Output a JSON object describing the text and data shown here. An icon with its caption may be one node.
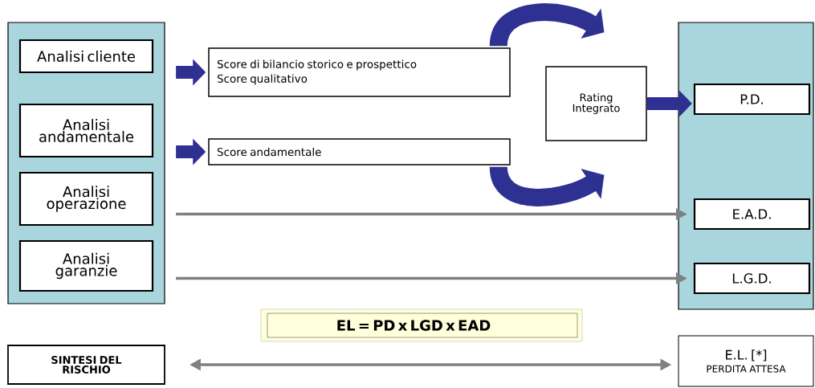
{
  "diagram": {
    "nodes": [
      {
        "text": [],
        "shape": "box"
      },
      {
        "text": [
          "Analisi cliente"
        ],
        "in": 0
      },
      {
        "text": [
          "Analisi andamentale"
        ],
        "in": 0
      },
      {
        "text": [
          "Analisi operazione"
        ],
        "in": 0
      },
      {
        "text": [
          "Analisi garanzie"
        ],
        "in": 0
      },
      {
        "text": [
          "Score di bilancio storico e prospettico",
          "Score qualitativo"
        ]
      },
      {
        "text": [
          "Score andamentale"
        ]
      },
      {
        "text": [
          "Rating Integrato"
        ]
      },
      {
        "text": [],
        "shape": "box"
      },
      {
        "text": [
          "P.D."
        ],
        "in": 8
      },
      {
        "text": [
          "E.A.D."
        ],
        "in": 8
      },
      {
        "text": [
          "L.G.D."
        ],
        "in": 8
      },
      {
        "text": [
          "EL = PD x LGD x EAD"
        ]
      },
      {
        "text": [
          "SINTESI DEL RISCHIO"
        ]
      },
      {
        "text": [
          "E.L. [*]",
          "PERDITA ATTESA"
        ]
      }
    ],
    "edges": [
      {
        "from": 1,
        "to": 5,
        "arrow": "to"
      },
      {
        "from": 2,
        "to": 6,
        "arrow": "to"
      },
      {
        "from": 5,
        "to": 7,
        "arrow": "to"
      },
      {
        "from": 6,
        "to": 7,
        "arrow": "to"
      },
      {
        "from": 7,
        "to": 9,
        "arrow": "to"
      },
      {
        "from": 3,
        "to": 10,
        "arrow": "to",
        "color": "#808080"
      },
      {
        "from": 4,
        "to": 11,
        "arrow": "to",
        "color": "#808080"
      },
      {
        "from": 13,
        "to": 14,
        "arrow": "both",
        "color": "#808080"
      }
    ]
  }
}
